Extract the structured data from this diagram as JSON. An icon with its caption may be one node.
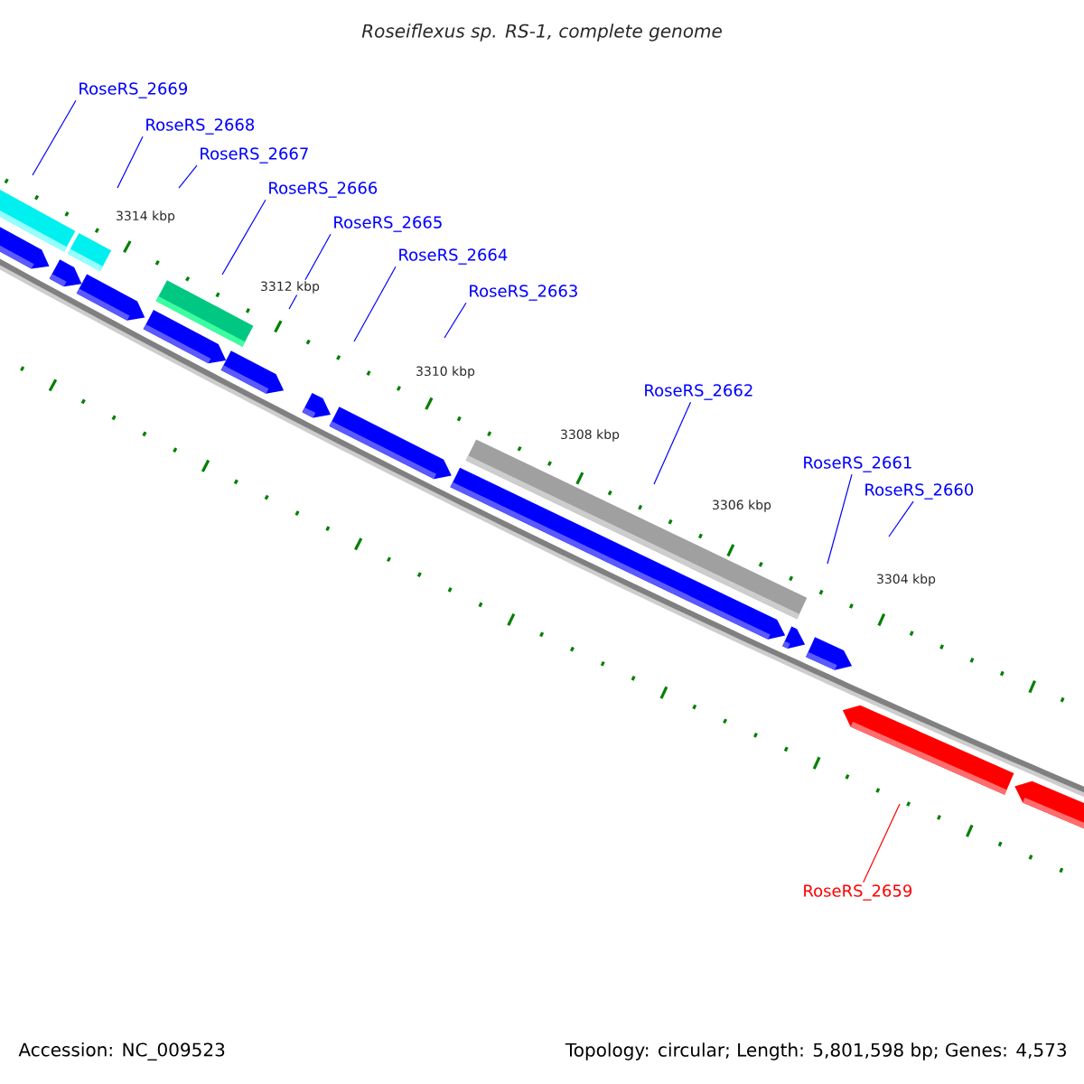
{
  "diagram": {
    "title": "Roseiflexus sp. RS-1, complete genome",
    "nodes": [
      {
        "text": [
          "RoseRS_2669"
        ]
      },
      {
        "text": [
          "RoseRS_2668"
        ]
      },
      {
        "text": [
          "RoseRS_2667"
        ]
      },
      {
        "text": [
          "RoseRS_2666"
        ]
      },
      {
        "text": [
          "RoseRS_2665"
        ]
      },
      {
        "text": [
          "RoseRS_2664"
        ]
      },
      {
        "text": [
          "RoseRS_2663"
        ]
      },
      {
        "text": [
          "RoseRS_2662"
        ]
      },
      {
        "text": [
          "RoseRS_2661"
        ]
      },
      {
        "text": [
          "RoseRS_2660"
        ]
      },
      {
        "text": [
          "RoseRS_2659"
        ]
      }
    ],
    "edges": [
      {
        "from": 0,
        "to": null,
        "arrow": "none"
      },
      {
        "from": 1,
        "to": null,
        "arrow": "none"
      },
      {
        "from": 2,
        "to": null,
        "arrow": "none"
      },
      {
        "from": 3,
        "to": null,
        "arrow": "none"
      },
      {
        "from": 4,
        "to": null,
        "arrow": "none"
      },
      {
        "from": 5,
        "to": null,
        "arrow": "none"
      },
      {
        "from": 6,
        "to": null,
        "arrow": "none"
      },
      {
        "from": 7,
        "to": null,
        "arrow": "none"
      },
      {
        "from": 8,
        "to": null,
        "arrow": "none"
      },
      {
        "from": 9,
        "to": null,
        "arrow": "none"
      },
      {
        "from": 10,
        "to": null,
        "arrow": "none",
        "color": "#ff0000"
      }
    ],
    "labels": [
      "3314 kbp",
      "3312 kbp",
      "3310 kbp",
      "3308 kbp",
      "3306 kbp",
      "3304 kbp",
      "Accession: NC_009523",
      "Topology: circular; Length: 5,801,598 bp; Genes: 4,573"
    ]
  }
}
